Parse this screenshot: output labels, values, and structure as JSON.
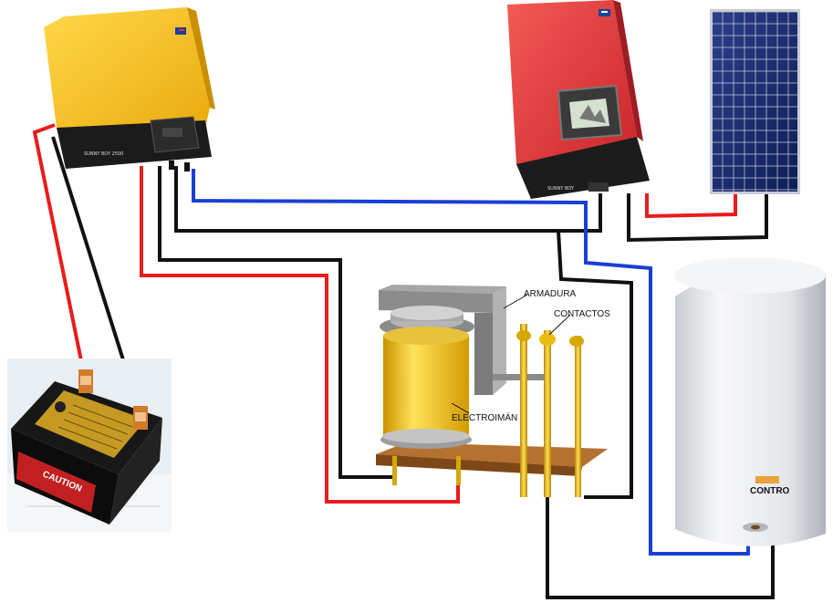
{
  "labels": {
    "armadura": "ARMADURA",
    "contactos": "CONTACTOS",
    "electroiman": "ELECTROIMÁN",
    "brand": "CONTRO"
  },
  "battery": {
    "caution": "CAUTION"
  },
  "colors": {
    "positive_wire": "#e81c1c",
    "negative_wire": "#111111",
    "neutral_wire": "#1a3fd6",
    "yellow_inverter": "#f6c21a",
    "red_inverter": "#e8393a",
    "relay_base": "#a8652a",
    "coil": "#f3c21b"
  },
  "icons": {
    "yellow_inverter": "inverter-icon",
    "red_inverter": "inverter-icon",
    "solar_panel": "solar-panel-icon",
    "battery": "battery-icon",
    "water_heater": "water-heater-icon",
    "relay": "relay-icon"
  }
}
